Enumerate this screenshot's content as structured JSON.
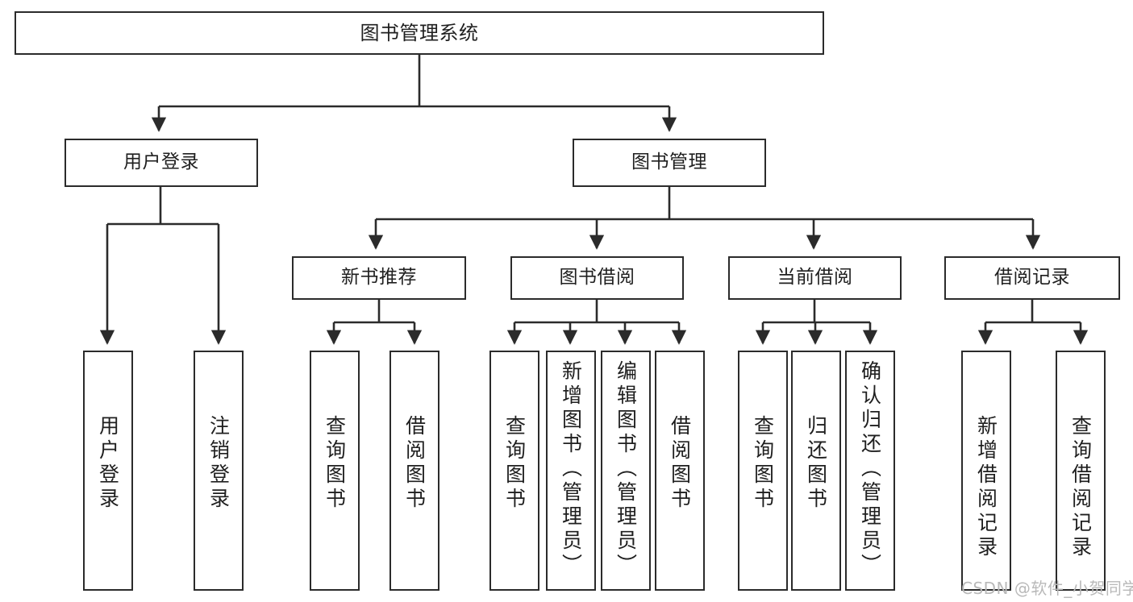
{
  "diagram": {
    "type": "tree-hierarchy",
    "title": "图书管理系统",
    "root": {
      "label": "图书管理系统"
    },
    "level2": [
      {
        "label": "用户登录"
      },
      {
        "label": "图书管理"
      }
    ],
    "level3": [
      {
        "label": "新书推荐"
      },
      {
        "label": "图书借阅"
      },
      {
        "label": "当前借阅"
      },
      {
        "label": "借阅记录"
      }
    ],
    "leaves": {
      "user_login": [
        {
          "label": "用户登录"
        },
        {
          "label": "注销登录"
        }
      ],
      "new_book_recommend": [
        {
          "label": "查询图书"
        },
        {
          "label": "借阅图书"
        }
      ],
      "book_borrow": [
        {
          "label": "查询图书"
        },
        {
          "label": "新增图书（管理员）"
        },
        {
          "label": "编辑图书（管理员）"
        },
        {
          "label": "借阅图书"
        }
      ],
      "current_borrow": [
        {
          "label": "查询图书"
        },
        {
          "label": "归还图书"
        },
        {
          "label": "确认归还（管理员）"
        }
      ],
      "borrow_record": [
        {
          "label": "新增借阅记录"
        },
        {
          "label": "查询借阅记录"
        }
      ]
    }
  },
  "watermark": {
    "text": "CSDN @软件_小贺同学"
  },
  "colors": {
    "stroke": "#2b2b2b",
    "background": "#ffffff",
    "text": "#1f1f1f",
    "watermark": "#b9b9b9"
  }
}
